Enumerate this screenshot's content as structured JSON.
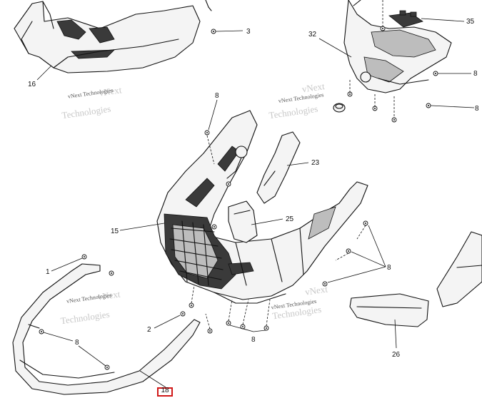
{
  "watermark": {
    "brand_line": "vNext Technologies",
    "big_line": "Technologies",
    "top_word": "vNext"
  },
  "callouts": {
    "c3": "3",
    "c16": "16",
    "c8_top": "8",
    "c32": "32",
    "c35": "35",
    "c8_tr": "8",
    "c8_right": "8",
    "c23": "23",
    "c25": "25",
    "c15": "15",
    "c1": "1",
    "c8_mid": "8",
    "c2": "2",
    "c8_left": "8",
    "c8_bottom": "8",
    "c26": "26",
    "c18": "18"
  },
  "highlighted_callout": "18",
  "colors": {
    "line": "#111111",
    "highlight": "#d01818"
  }
}
